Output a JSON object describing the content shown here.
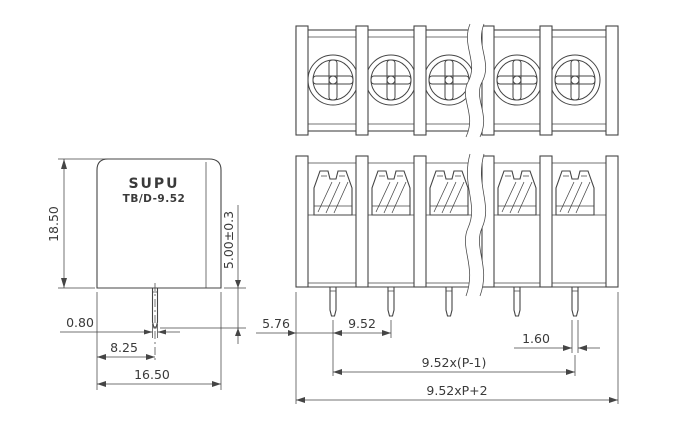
{
  "product": {
    "brand": "SUPU",
    "model": "TB/D-9.52"
  },
  "dimensions": {
    "side": {
      "height": "18.50",
      "pin_length": "5.00±0.3",
      "pin_width": "0.80",
      "pin_center_offset": "8.25",
      "depth": "16.50"
    },
    "front": {
      "end_to_first_pin": "5.76",
      "pitch": "9.52",
      "pin_width": "1.60",
      "pin_span": "9.52x(P-1)",
      "overall_length": "9.52xP+2"
    }
  },
  "colors": {
    "line": "#454545",
    "text": "#3a3a3a",
    "background": "#ffffff"
  }
}
